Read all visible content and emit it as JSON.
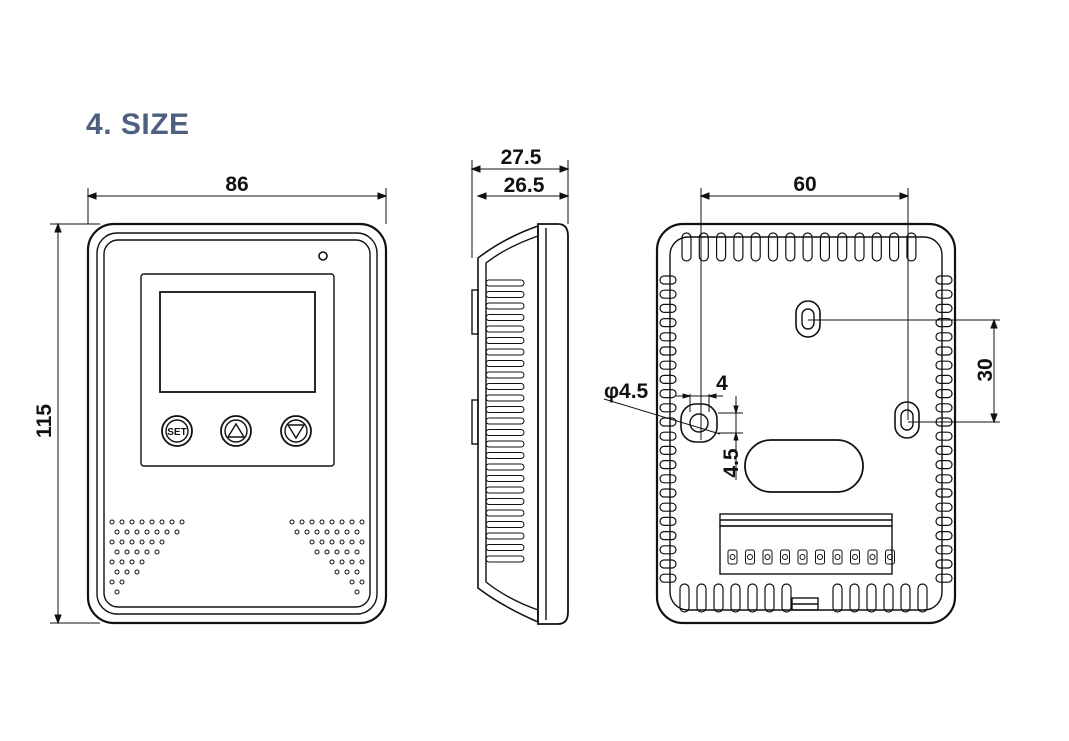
{
  "heading": {
    "number": "4",
    "separator": ". ",
    "title": "SIZE"
  },
  "colors": {
    "heading": "#4f5f7e",
    "line": "#111111"
  },
  "front_view": {
    "width_label": "86",
    "height_label": "115",
    "buttons": [
      {
        "label": "SET",
        "icon": "set-button"
      },
      {
        "label": "",
        "icon": "triangle-up-icon"
      },
      {
        "label": "",
        "icon": "triangle-down-icon"
      }
    ]
  },
  "side_view": {
    "outer_depth_label": "27.5",
    "inner_depth_label": "26.5"
  },
  "back_view": {
    "hole_spacing_label": "60",
    "vertical_spacing_label": "30",
    "hole_diameter_label": "φ4.5",
    "slot_width_label": "4",
    "slot_height_label": "4.5"
  }
}
